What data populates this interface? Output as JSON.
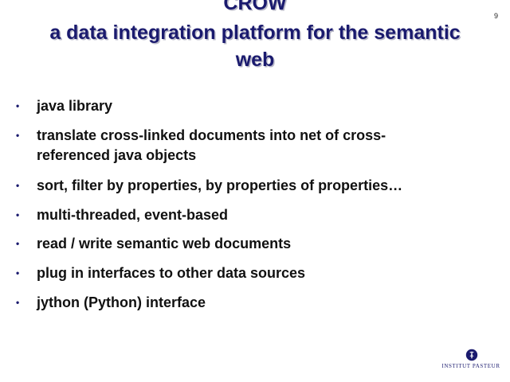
{
  "slide": {
    "title_lines": [
      "CROW",
      "a data integration platform for the semantic",
      "web"
    ],
    "page_number": "9",
    "bullets": [
      {
        "lines": [
          "java library"
        ]
      },
      {
        "lines": [
          "translate cross-linked documents into net of cross-",
          "referenced java objects"
        ]
      },
      {
        "lines": [
          "sort, filter by properties, by properties of properties…"
        ]
      },
      {
        "lines": [
          "multi-threaded, event-based"
        ]
      },
      {
        "lines": [
          "read / write semantic web documents"
        ]
      },
      {
        "lines": [
          "plug in interfaces to other data sources"
        ]
      },
      {
        "lines": [
          "jython (Python) interface"
        ]
      }
    ],
    "bullet_glyph": "•",
    "logo_text": "INSTITUT PASTEUR",
    "logo_icon": "institut-pasteur-logo-icon",
    "colors": {
      "title": "#1a1a6e",
      "text": "#111111",
      "background": "#ffffff"
    }
  }
}
